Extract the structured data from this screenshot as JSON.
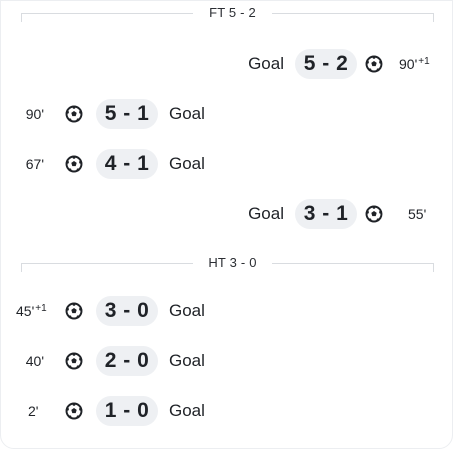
{
  "sections": {
    "fulltime": {
      "label": "FT 5 - 2"
    },
    "halftime": {
      "label": "HT 3 - 0"
    }
  },
  "events": [
    {
      "side": "away",
      "minute": "90'",
      "added": "+1",
      "score": "5 - 2",
      "type": "Goal"
    },
    {
      "side": "home",
      "minute": "90'",
      "added": "",
      "score": "5 - 1",
      "type": "Goal"
    },
    {
      "side": "home",
      "minute": "67'",
      "added": "",
      "score": "4 - 1",
      "type": "Goal"
    },
    {
      "side": "away",
      "minute": "55'",
      "added": "",
      "score": "3 - 1",
      "type": "Goal"
    },
    {
      "side": "home",
      "minute": "45'",
      "added": "+1",
      "score": "3 - 0",
      "type": "Goal"
    },
    {
      "side": "home",
      "minute": "40'",
      "added": "",
      "score": "2 - 0",
      "type": "Goal"
    },
    {
      "side": "home",
      "minute": "2'",
      "added": "",
      "score": "1 - 0",
      "type": "Goal"
    }
  ],
  "icons": {
    "goal": "football-icon"
  },
  "colors": {
    "pill_background": "#eef0f3",
    "text": "#1f2227",
    "divider": "#d9dce0"
  }
}
